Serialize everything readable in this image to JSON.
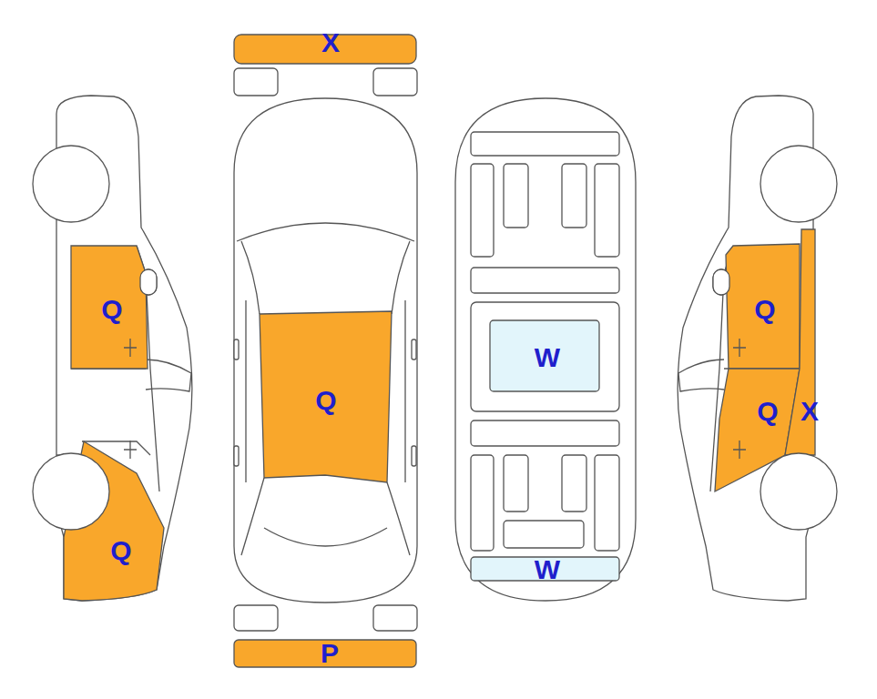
{
  "diagram": {
    "labels": [
      "X",
      "Q",
      "Q",
      "W",
      "Q",
      "Q",
      "X",
      "Q",
      "W",
      "P"
    ]
  }
}
